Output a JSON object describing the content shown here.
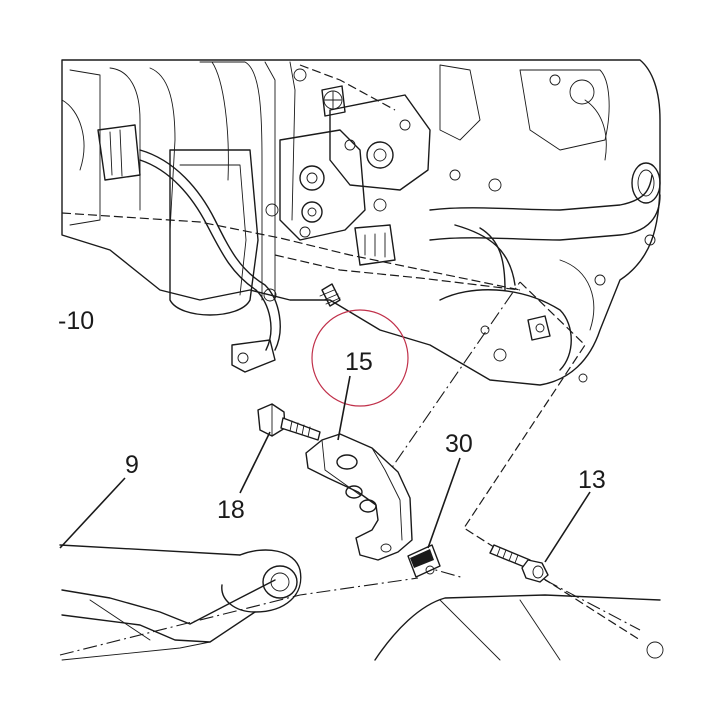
{
  "callouts": {
    "c10": "-10",
    "c15": "15",
    "c9": "9",
    "c18": "18",
    "c30": "30",
    "c13": "13"
  },
  "highlight_color": "#c0304a"
}
